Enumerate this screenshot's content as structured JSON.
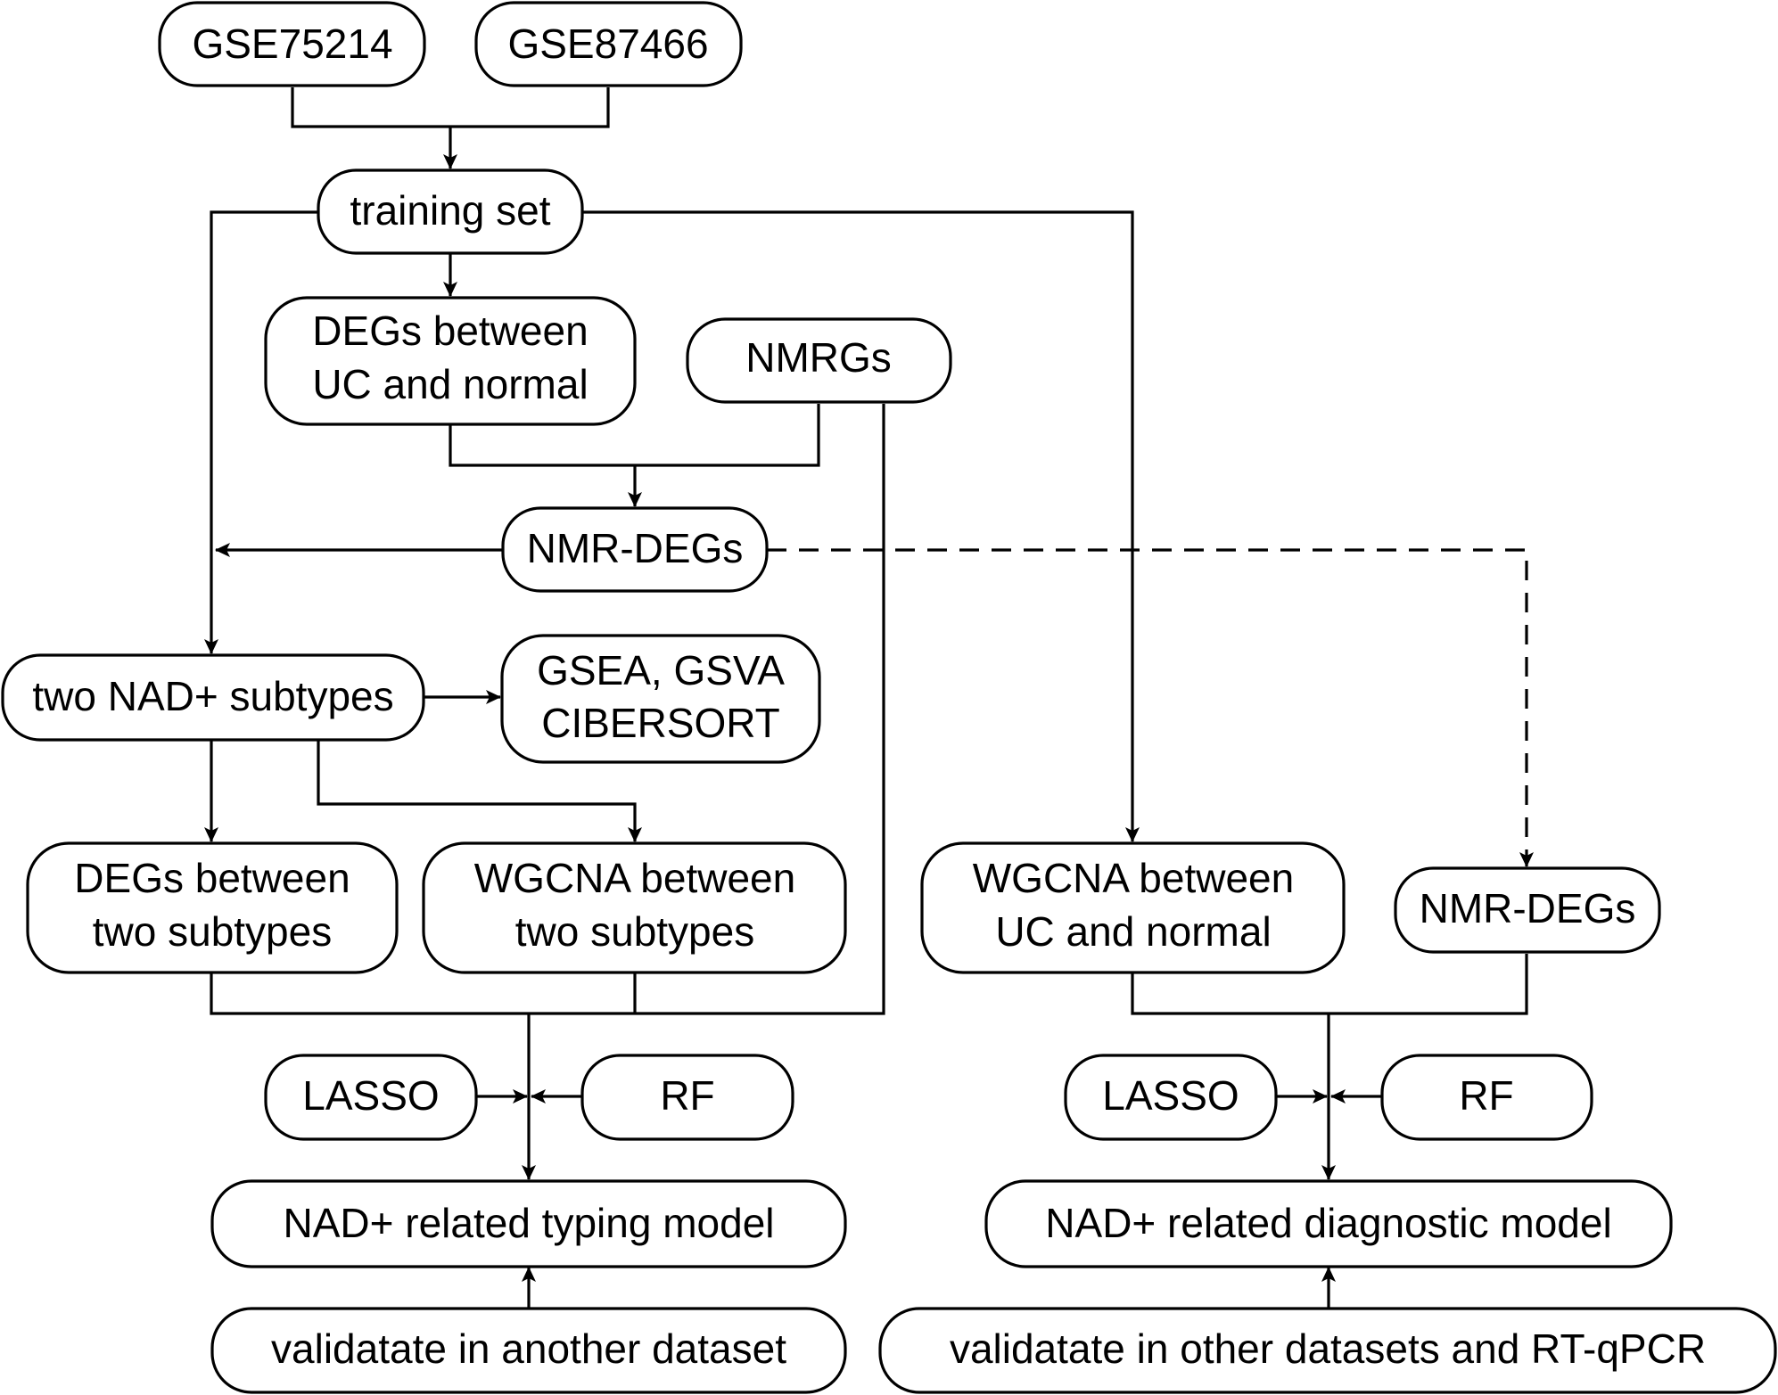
{
  "nodes": {
    "gse75214": {
      "lines": [
        "GSE75214"
      ]
    },
    "gse87466": {
      "lines": [
        "GSE87466"
      ]
    },
    "training_set": {
      "lines": [
        "training set"
      ]
    },
    "degs_uc_normal": {
      "lines": [
        "DEGs between",
        "UC and normal"
      ]
    },
    "nmrgs": {
      "lines": [
        "NMRGs"
      ]
    },
    "nmr_degs": {
      "lines": [
        "NMR-DEGs"
      ]
    },
    "two_subtypes": {
      "lines": [
        "two NAD+ subtypes"
      ]
    },
    "gsea_gsva": {
      "lines": [
        "GSEA, GSVA",
        "CIBERSORT"
      ]
    },
    "degs_two_subtypes": {
      "lines": [
        "DEGs between",
        "two subtypes"
      ]
    },
    "wgcna_two_subtypes": {
      "lines": [
        "WGCNA between",
        "two subtypes"
      ]
    },
    "wgcna_uc_normal": {
      "lines": [
        "WGCNA between",
        "UC and normal"
      ]
    },
    "nmr_degs_right": {
      "lines": [
        "NMR-DEGs"
      ]
    },
    "lasso_left": {
      "lines": [
        "LASSO"
      ]
    },
    "rf_left": {
      "lines": [
        "RF"
      ]
    },
    "lasso_right": {
      "lines": [
        "LASSO"
      ]
    },
    "rf_right": {
      "lines": [
        "RF"
      ]
    },
    "typing_model": {
      "lines": [
        "NAD+ related typing model"
      ]
    },
    "diagnostic_model": {
      "lines": [
        "NAD+ related diagnostic model"
      ]
    },
    "validate_left": {
      "lines": [
        "validatate in another dataset"
      ]
    },
    "validate_right": {
      "lines": [
        "validatate in other datasets and RT-qPCR"
      ]
    }
  },
  "colors": {
    "stroke": "#000000",
    "fill": "#ffffff",
    "text": "#000000"
  }
}
